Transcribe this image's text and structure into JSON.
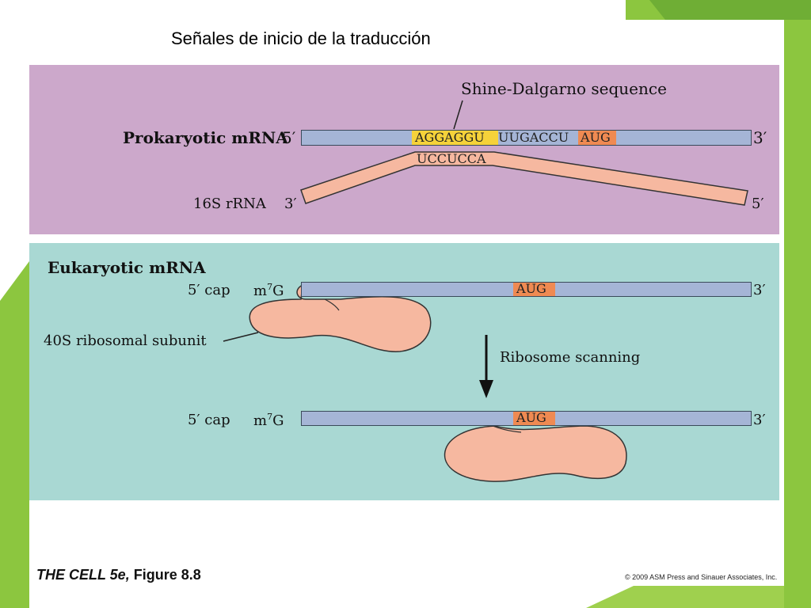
{
  "slide": {
    "title": "Señales de inicio de la traducción"
  },
  "prokaryotic": {
    "heading": "Prokaryotic mRNA",
    "mrna_5": "5′",
    "mrna_3": "3′",
    "shine_dalgarno_label": "Shine-Dalgarno sequence",
    "seq_sd": "AGGAGGU",
    "seq_spacer": "UUGACCU",
    "seq_start": "AUG",
    "rrna_seq": "UCCUCCA",
    "rrna_label": "16S rRNA",
    "rrna_3": "3′",
    "rrna_5": "5′"
  },
  "eukaryotic": {
    "heading": "Eukaryotic mRNA",
    "cap_label": "5′ cap",
    "m7g_m": "m",
    "m7g_sup": "7",
    "m7g_g": "G",
    "mrna_3": "3′",
    "start_codon": "AUG",
    "subunit_label": "40S ribosomal subunit",
    "scanning_label": "Ribosome scanning",
    "cap_label_2": "5′ cap",
    "m7g_m_2": "m",
    "m7g_sup_2": "7",
    "m7g_g_2": "G",
    "mrna_3_2": "3′",
    "start_codon_2": "AUG"
  },
  "footer": {
    "book_title": "THE CELL 5e,",
    "figure": "Figure 8.8",
    "copyright": "© 2009 ASM Press and Sinauer Associates, Inc."
  },
  "colors": {
    "prokaryotic_panel": "#cca8cb",
    "eukaryotic_panel": "#a9d8d3",
    "mrna_strand": "#a5b5d6",
    "rrna_strand": "#f6b8a0",
    "shine_dalgarno_highlight": "#f5d23a",
    "aug_highlight": "#ef8a52",
    "ribosome": "#f6b8a0",
    "slide_accent_green": "#8cc63f"
  }
}
